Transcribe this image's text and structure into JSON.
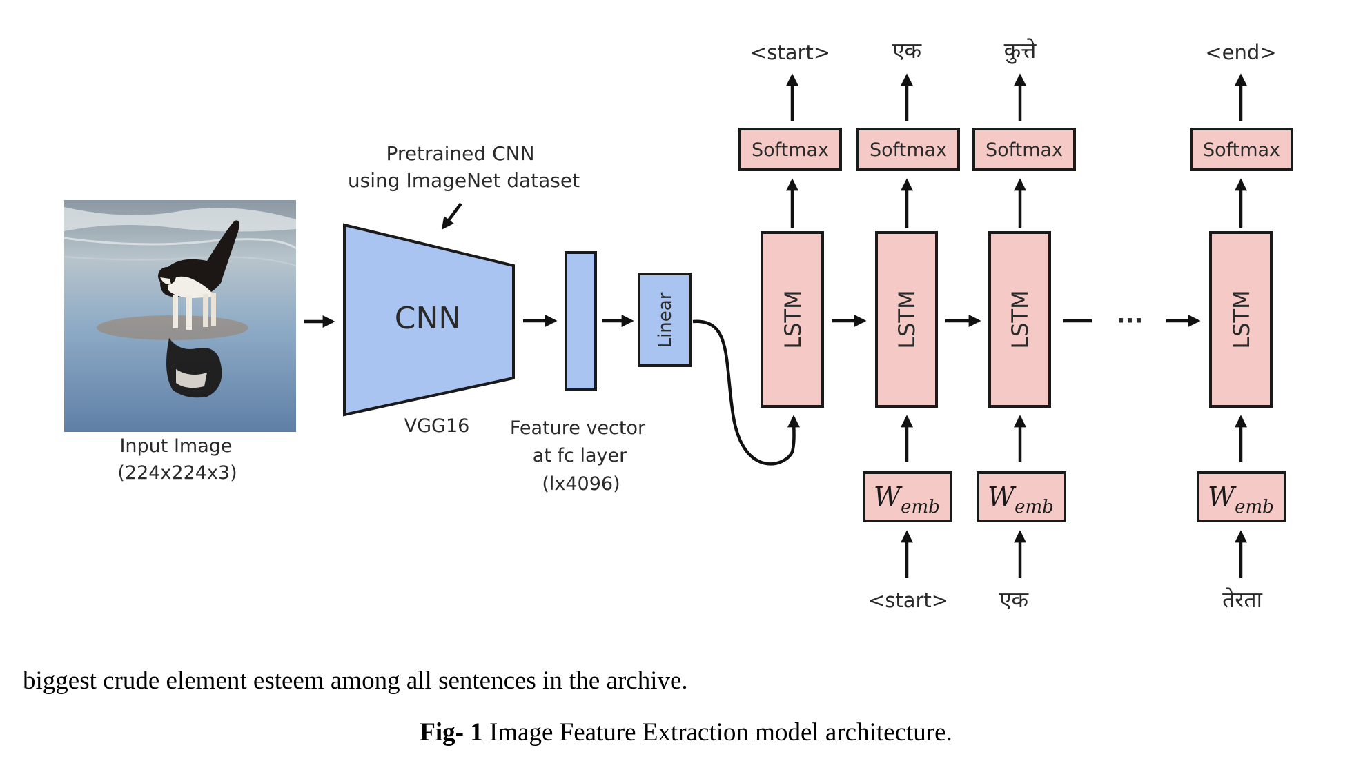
{
  "diagram": {
    "input_image": {
      "label": "Input Image",
      "size": "(224x224x3)"
    },
    "cnn": {
      "annotation_line1": "Pretrained CNN",
      "annotation_line2": "using ImageNet dataset",
      "label": "CNN",
      "model_name": "VGG16"
    },
    "feature_vector": {
      "line1": "Feature vector",
      "line2": "at fc layer",
      "line3": "(lx4096)"
    },
    "linear_label": "Linear",
    "lstm_label": "LSTM",
    "softmax_label": "Softmax",
    "embedding": {
      "main": "W",
      "subscript": "emb"
    },
    "ellipsis": "···",
    "outputs": [
      "<start>",
      "एक",
      "कुत्ते",
      "<end>"
    ],
    "inputs": [
      "<start>",
      "एक",
      "तेरता"
    ]
  },
  "colors": {
    "lstm_fill": "#f4c9c6",
    "cnn_fill": "#a9c4f1"
  },
  "text": {
    "body_line": "biggest crude element esteem among all sentences in the archive.",
    "caption_label": "Fig- 1",
    "caption_text": " Image Feature Extraction model architecture."
  }
}
